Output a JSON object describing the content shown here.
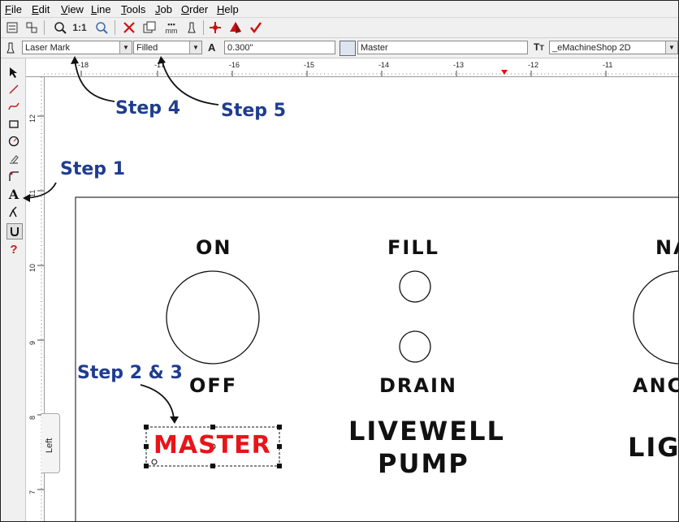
{
  "menu": [
    "File",
    "Edit",
    "View",
    "Line",
    "Tools",
    "Job",
    "Order",
    "Help"
  ],
  "toolbar": {
    "ratio_label": "1:1",
    "mm_label": "mm"
  },
  "props": {
    "line_type": "Laser Mark",
    "fill": "Filled",
    "height_label": "A",
    "height_value": "0.300\"",
    "color_name": "Master",
    "font_label": "T",
    "font": "_eMachineShop 2D"
  },
  "left_tools": [
    "select-arrow-icon",
    "line-icon",
    "curve-icon",
    "rectangle-icon",
    "circle-icon",
    "eraser-icon",
    "corner-icon",
    "text-icon",
    "pick-icon",
    "magnet-icon",
    "help-icon"
  ],
  "left_tab": "Left",
  "ruler": {
    "h_ticks": [
      "-18",
      "-17",
      "-16",
      "-15",
      "-14",
      "-13",
      "-12",
      "-11"
    ],
    "v_ticks": [
      "12",
      "11",
      "10",
      "9",
      "8",
      "7"
    ]
  },
  "panel": {
    "labels": [
      "ON",
      "FILL",
      "NA",
      "OFF",
      "DRAIN",
      "ANC",
      "MASTER",
      "LIVEWELL",
      "PUMP",
      "LIG"
    ]
  },
  "steps": {
    "s1": "Step 1",
    "s23": "Step 2 & 3",
    "s4": "Step 4",
    "s5": "Step 5"
  },
  "colors": {
    "step_text": "#1f3d8f",
    "master_text": "#e8141a",
    "panel_text": "#111111"
  }
}
